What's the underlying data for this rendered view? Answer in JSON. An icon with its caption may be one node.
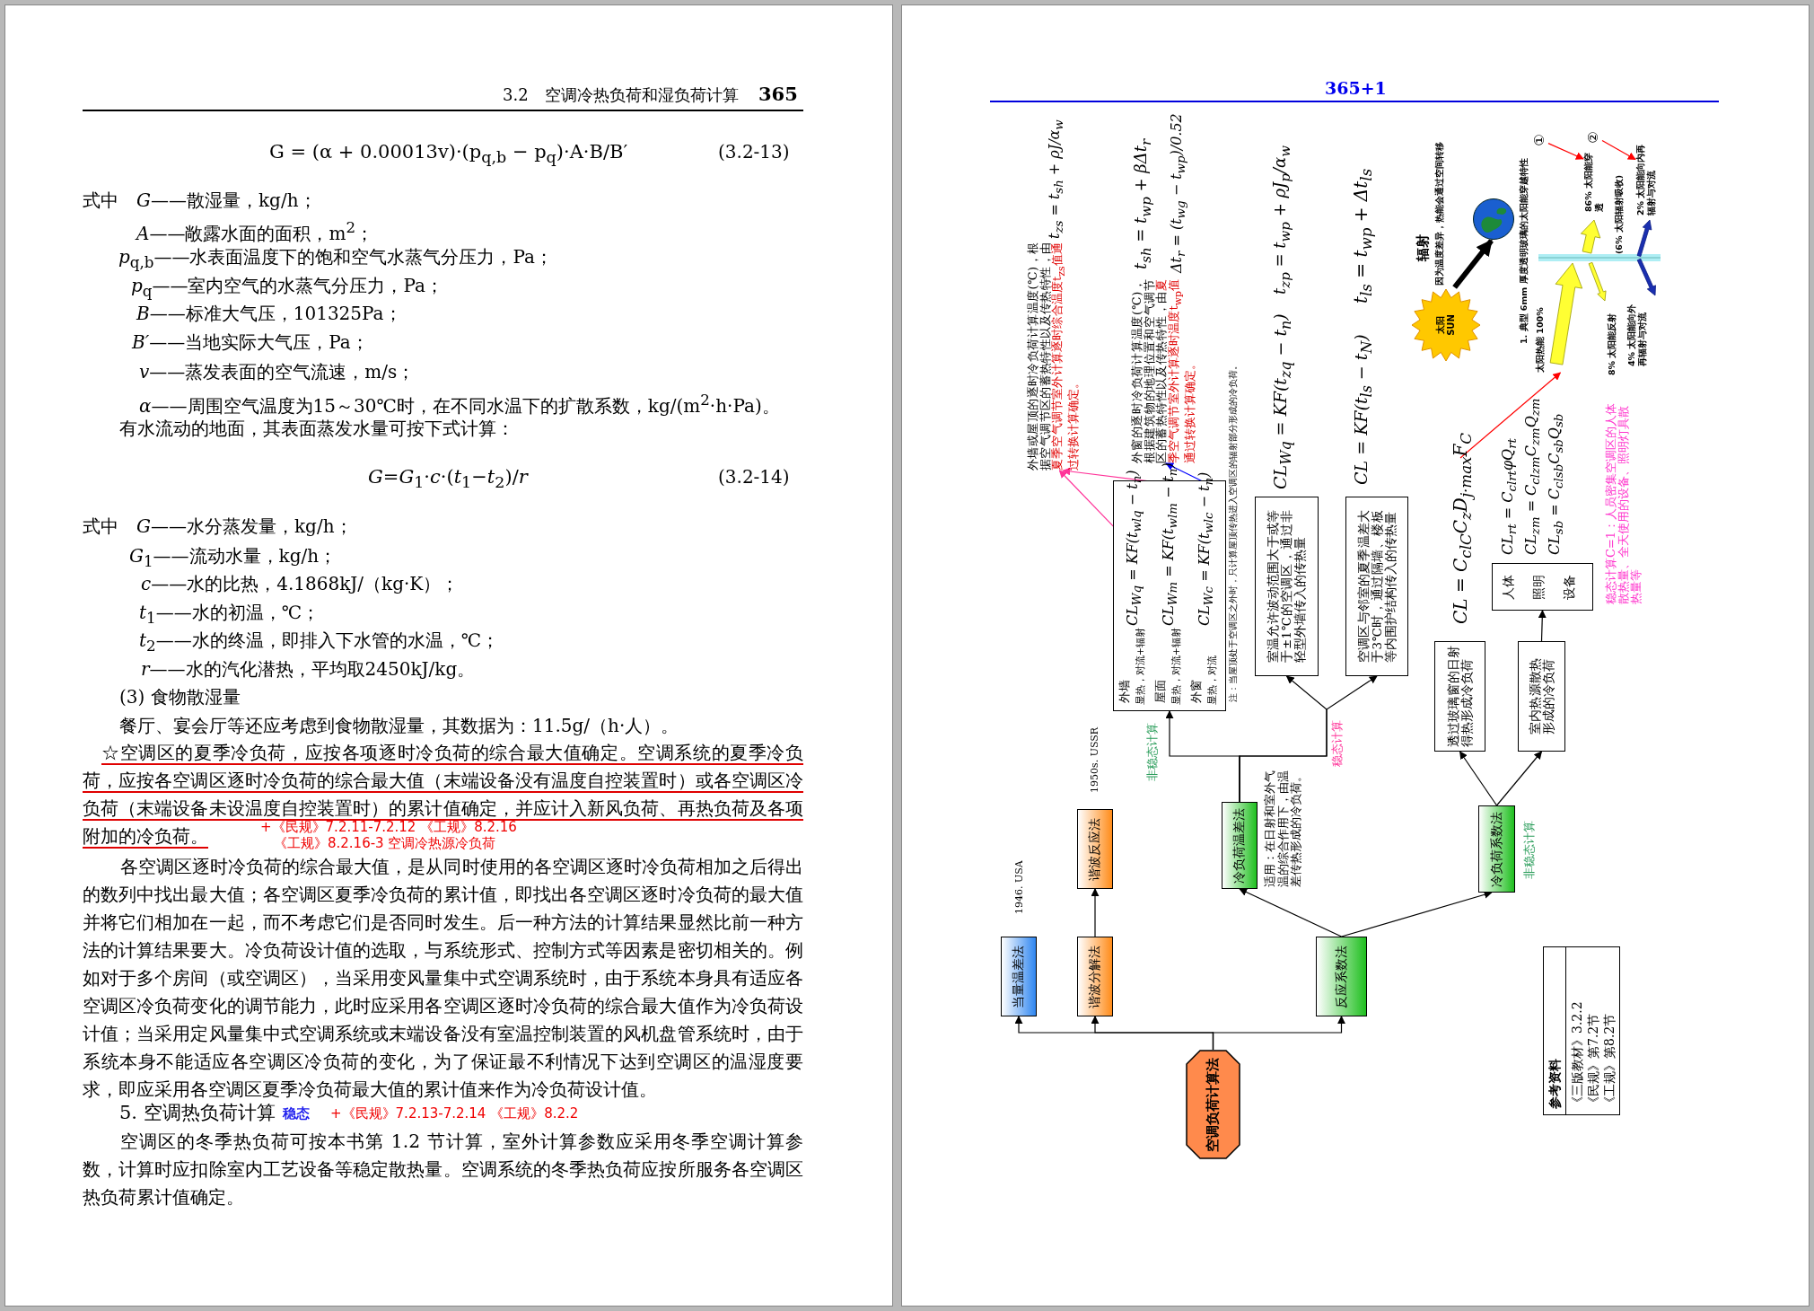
{
  "diagram": {
    "nodes": [
      {
        "text": [
          "空调负荷计算法"
        ]
      },
      {
        "text": [
          "当量温差法"
        ],
        "beside": [
          "1946. USA"
        ]
      },
      {
        "text": [
          "谐波分解法"
        ]
      },
      {
        "text": [
          "谐波反应法"
        ],
        "beside": [
          "1950s. USSR"
        ]
      },
      {
        "text": [
          "反应系数法"
        ]
      },
      {
        "text": [
          "冷负荷温差法"
        ],
        "beside": [
          "适用：在日射和室外气温的综合作用下，由温差传热形成的冷负荷。"
        ]
      },
      {
        "text": [
          "冷负荷系数法"
        ],
        "beside": [
          "非稳态计算"
        ]
      },
      {
        "text": [],
        "shape": "box"
      },
      {
        "text": [
          "外墙",
          "显热，对流+辐射",
          "CL$_{Wq}$ = KF(t$_{wlq}$ − t$_{n}$)"
        ],
        "in": 7
      },
      {
        "text": [
          "屋面",
          "显热，对流+辐射",
          "CL$_{Wm}$ = KF(t$_{wlm}$ − t$_{n}$)"
        ],
        "in": 7
      },
      {
        "text": [
          "外窗",
          "显热，对流",
          "CL$_{Wc}$ = KF(t$_{wlc}$ − t$_{n}$)"
        ],
        "in": 7
      },
      {
        "text": [
          "室温允许波动范围大于或等于±1℃的空调区，通过非轻型外墙传入的传热量"
        ]
      },
      {
        "text": [
          "空调区与邻室的夏季温差大于3℃时，通过隔墙、楼板等内围护结构传入的传热量"
        ]
      },
      {
        "text": [
          "透过玻璃窗的日射得热形成冷负荷"
        ]
      },
      {
        "text": [
          "室内热源散热形成的冷负荷"
        ]
      },
      {
        "text": [
          "人体",
          "照明",
          "设备"
        ]
      },
      {
        "text": [
          "CL = C$_{clC}$C$_{z}$D$_{j·max}$F$_{C}$"
        ]
      },
      {
        "text": [
          "外墙或屋顶的逐时冷负荷计算温度(℃)，根据空气调节区的蓄热特性以及传热特性，由",
          "夏季空气调节室外计算逐时综合温度t$_{zs}$值通过转换计算确定。"
        ]
      },
      {
        "text": [
          "外窗的逐时冷负荷计算温度(℃)，根据建筑物的地理位置和空气调节区的蓄热特性以及传热特性，由",
          "夏季空气调节室外计算逐时温度t$_{wp}$值通过转换计算确定。"
        ]
      },
      {
        "text": [],
        "shape": "picture"
      },
      {
        "text": [
          "①"
        ]
      },
      {
        "text": [
          "86% 太阳能穿透"
        ]
      },
      {
        "text": [
          "②"
        ]
      },
      {
        "text": [
          "2% 太阳能向内再辐射与对流"
        ]
      },
      {
        "text": [
          "太阳 SUN"
        ]
      },
      {
        "text": [],
        "shape": "picture"
      }
    ],
    "edges": [
      {
        "from": 0,
        "to": 1,
        "arrow": "to"
      },
      {
        "from": 0,
        "to": 2,
        "arrow": "to"
      },
      {
        "from": 0,
        "to": 4,
        "arrow": "to"
      },
      {
        "from": 2,
        "to": 3,
        "arrow": "to"
      },
      {
        "from": 4,
        "to": 5,
        "arrow": "to"
      },
      {
        "from": 4,
        "to": 6,
        "arrow": "to"
      },
      {
        "from": 5,
        "to": 7,
        "arrow": "to",
        "label": "非稳态计算"
      },
      {
        "from": 5,
        "to": 11,
        "arrow": "to",
        "label": "稳态计算"
      },
      {
        "from": 5,
        "to": 12,
        "arrow": "to"
      },
      {
        "from": 6,
        "to": 13,
        "arrow": "to"
      },
      {
        "from": 6,
        "to": 14,
        "arrow": "to"
      },
      {
        "from": 14,
        "to": 15,
        "arrow": "to"
      },
      {
        "from": 16,
        "to": 19,
        "arrow": "to",
        "color": "#ff0000"
      },
      {
        "from": 8,
        "to": 17,
        "arrow": "to",
        "color": "#ff3399"
      },
      {
        "from": 9,
        "to": 17,
        "arrow": "to",
        "color": "#ff3399"
      },
      {
        "from": 10,
        "to": 18,
        "arrow": "to",
        "color": "#0000ff"
      },
      {
        "from": 20,
        "to": 21,
        "arrow": "to",
        "color": "#ff0000"
      },
      {
        "from": 22,
        "to": 23,
        "arrow": "to",
        "color": "#ff0000"
      },
      {
        "from": 24,
        "to": 25,
        "arrow": "to",
        "style": "thick"
      }
    ],
    "labels": [
      "3.2　空调冷热负荷和湿负荷计算",
      "365",
      "G = (α + 0.00013v)·(p$_{q,b}$ − p$_{q}$)·A·B/B′",
      "(3.2-13)",
      "式中",
      "*G*——散湿量，kg/h；",
      "*A*——敞露水面的面积，m$^{2}$；",
      "*p*$_{q,b}$——水表面温度下的饱和空气水蒸气分压力，Pa；",
      "*p*$_{q}$——室内空气的水蒸气分压力，Pa；",
      "*B*——标准大气压，101325Pa；",
      "*B′*——当地实际大气压，Pa；",
      "*v*——蒸发表面的空气流速，m/s；",
      "*α*——周围空气温度为15～30℃时，在不同水温下的扩散系数，kg/(m$^{2}$·h·Pa)。",
      "有水流动的地面，其表面蒸发水量可按下式计算：",
      "*G*=*G*$_{1}$·*c*·(*t*$_{1}$−*t*$_{2}$)/*r*",
      "(3.2-14)",
      "式中",
      "*G*——水分蒸发量，kg/h；",
      "*G*$_{1}$——流动水量，kg/h；",
      "*c*——水的比热，4.1868kJ/（kg·K）；",
      "*t*$_{1}$——水的初温，℃；",
      "*t*$_{2}$——水的终温，即排入下水管的水温，℃；",
      "*r*——水的汽化潜热，平均取2450kJ/kg。",
      "(3) 食物散湿量",
      "餐厅、宴会厅等还应考虑到食物散湿量，其数据为：11.5g/（h·人）。",
      "☆空调区的夏季冷负荷，应按各项逐时冷负荷的综合最大值确定。空调系统的夏季冷负荷，应按各空调区逐时冷负荷的综合最大值（末端设备没有温度自控装置时）或各空调区冷负荷（末端设备未设温度自控装置时）的累计值确定，并应计入新风负荷、再热负荷及各项附加的冷负荷。",
      "+《民规》7.2.11-7.2.12 《工规》8.2.16",
      "《工规》8.2.16-3 空调冷热源冷负荷",
      "各空调区逐时冷负荷的综合最大值，是从同时使用的各空调区逐时冷负荷相加之后得出的数列中找出最大值；各空调区夏季冷负荷的累计值，即找出各空调区逐时冷负荷的最大值并将它们相加在一起，而不考虑它们是否同时发生。后一种方法的计算结果显然比前一种方法的计算结果要大。冷负荷设计值的选取，与系统形式、控制方式等因素是密切相关的。例如对于多个房间（或空调区），当采用变风量集中式空调系统时，由于系统本身具有适应各空调区冷负荷变化的调节能力，此时应采用各空调区逐时冷负荷的综合最大值作为冷负荷设计值；当采用定风量集中式空调系统或末端设备没有室温控制装置的风机盘管系统时，由于系统本身不能适应各空调区冷负荷的变化，为了保证最不利情况下达到空调区的温湿度要求，即应采用各空调区夏季冷负荷最大值的累计值来作为冷负荷设计值。",
      "5. 空调热负荷计算",
      "稳态",
      "+《民规》7.2.13-7.2.14 《工规》8.2.2",
      "空调区的冬季热负荷可按本书第 1.2 节计算，室外计算参数应采用冬季空调计算参数，计算时应扣除室内工艺设备等稳定散热量。空调系统的冬季热负荷应按所服务各空调区热负荷累计值确定。",
      "365+1",
      "注：当屋顶处于空调区之外时，只计算屋顶传热进入空调区的辐射部分形成的冷负荷。",
      "t$_{zs}$ = t$_{sh}$ + ρJ/α$_{w}$",
      "t$_{sh}$ = t$_{wp}$ + βΔt$_{r}$",
      "Δt$_{r}$ = (t$_{wg}$ − t$_{wp}$)/0.52",
      "CL$_{Wq}$ = KF(t$_{zq}$ − t$_{n}$)",
      "t$_{zp}$ = t$_{wp}$ + ρJ$_{p}$/α$_{w}$",
      "CL = KF(t$_{ls}$ − t$_{N}$)",
      "t$_{ls}$ = t$_{wp}$ + Δt$_{ls}$",
      "CL$_{rt}$ = C$_{clrt}$φQ$_{rt}$",
      "CL$_{zm}$ = C$_{clzm}$C$_{zm}$Q$_{zm}$",
      "CL$_{sb}$ = C$_{clsb}$C$_{sb}$Q$_{sb}$",
      "辐射",
      "因为温度差异，热能会通过空间转移",
      "1. 典型 6mm 厚度透明玻璃的太阳能穿越特性",
      "太阳热能 100%",
      "8% 太阳能反射",
      "(6% 太阳辐射吸收)",
      "4% 太阳能向外再辐射与对流",
      "稳态计算C=1：人员密集空调区的人体散热量、全天使用的设备、照明灯具散热量等",
      "参考资料",
      "《三版教材》3.2.2",
      "《民规》第7.2节",
      "《工规》第8.2节"
    ]
  }
}
